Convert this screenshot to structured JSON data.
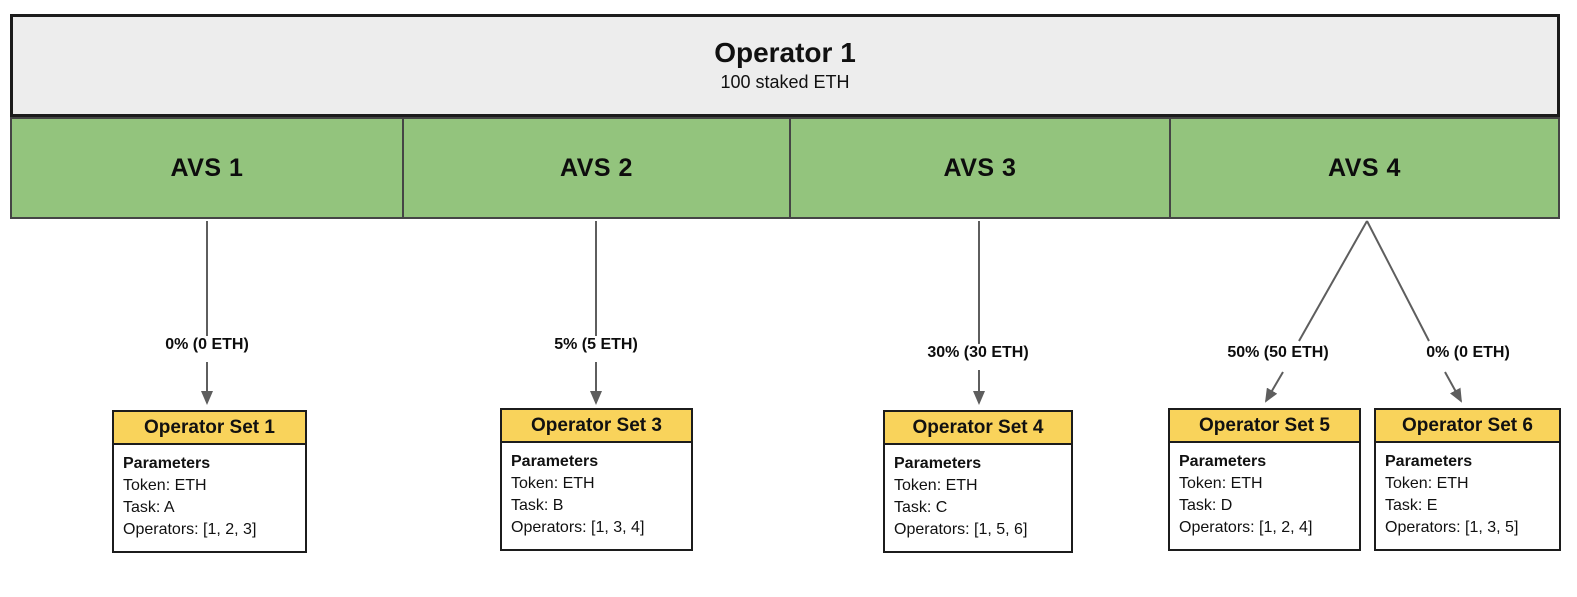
{
  "colors": {
    "green": "#93C47D",
    "yellow": "#F9D35B",
    "gray": "#EDEDED",
    "border": "#1C1C1C",
    "band-border": "#454545",
    "arrow": "#5E5E5E"
  },
  "operator": {
    "title": "Operator 1",
    "subtitle": "100 staked ETH"
  },
  "avs": [
    {
      "label": "AVS 1"
    },
    {
      "label": "AVS 2"
    },
    {
      "label": "AVS 3"
    },
    {
      "label": "AVS 4"
    }
  ],
  "allocations": [
    {
      "from": "AVS 1",
      "to": "Operator Set 1",
      "label": "0% (0 ETH)"
    },
    {
      "from": "AVS 2",
      "to": "Operator Set 3",
      "label": "5% (5 ETH)"
    },
    {
      "from": "AVS 3",
      "to": "Operator Set 4",
      "label": "30% (30 ETH)"
    },
    {
      "from": "AVS 4",
      "to": "Operator Set 5",
      "label": "50% (50 ETH)"
    },
    {
      "from": "AVS 4",
      "to": "Operator Set 6",
      "label": "0% (0 ETH)"
    }
  ],
  "operator_sets": [
    {
      "title": "Operator Set 1",
      "heading": "Parameters",
      "token_line": "Token: ETH",
      "task_line": "Task: A",
      "operators_line": "Operators: [1, 2, 3]"
    },
    {
      "title": "Operator Set 3",
      "heading": "Parameters",
      "token_line": "Token: ETH",
      "task_line": "Task: B",
      "operators_line": "Operators: [1, 3, 4]"
    },
    {
      "title": "Operator Set 4",
      "heading": "Parameters",
      "token_line": "Token: ETH",
      "task_line": "Task: C",
      "operators_line": "Operators: [1, 5, 6]"
    },
    {
      "title": "Operator Set 5",
      "heading": "Parameters",
      "token_line": "Token: ETH",
      "task_line": "Task: D",
      "operators_line": "Operators: [1, 2, 4]"
    },
    {
      "title": "Operator Set 6",
      "heading": "Parameters",
      "token_line": "Token: ETH",
      "task_line": "Task: E",
      "operators_line": "Operators: [1, 3, 5]"
    }
  ]
}
